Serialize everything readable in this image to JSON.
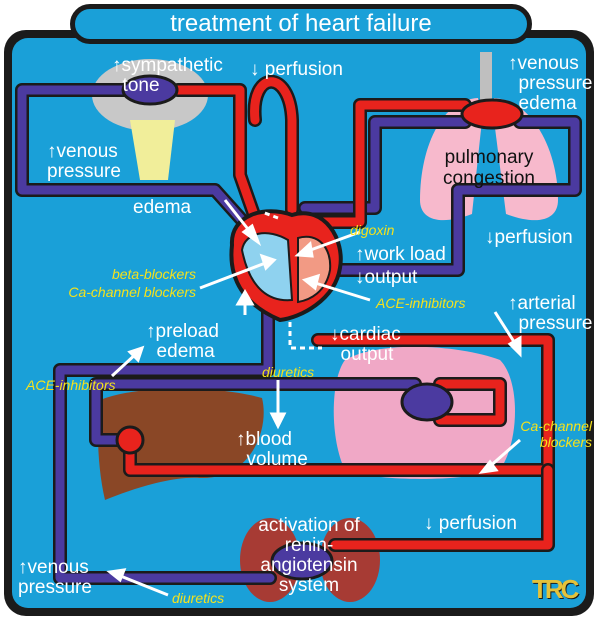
{
  "title": "treatment of heart failure",
  "labels": {
    "sympathetic_tone": "↑sympathetic\n  tone",
    "perfusion_brain": "↓ perfusion",
    "venous_pressure_lung": "↑venous\n  pressure\n  edema",
    "venous_pressure_upper": "↑venous\npressure",
    "edema": "edema",
    "pulmonary_congestion": "pulmonary\ncongestion",
    "work_load": "↑work load",
    "output": "↓output",
    "perfusion_lung": "↓perfusion",
    "arterial_pressure": "↑arterial\n  pressure",
    "preload_edema": "↑preload\n  edema",
    "cardiac_output": "↓cardiac\n  output",
    "blood_volume": "↑blood\n  volume",
    "perfusion_kidney": "↓ perfusion",
    "renin_angiotensin": "activation of\nrenin-\nangiotensin\nsystem",
    "venous_pressure_lower": "↑venous\npressure"
  },
  "drugs": {
    "digoxin": "digoxin",
    "beta_blockers": "beta-blockers",
    "ca_channel_blockers_heart": "Ca-channel blockers",
    "ace_inhibitors_heart": "ACE-inhibitors",
    "ace_inhibitors_left": "ACE-inhibitors",
    "diuretics_middle": "diuretics",
    "ca_channel_blockers_right": "Ca-channel\nblockers",
    "diuretics_bottom": "diuretics"
  },
  "logo": "TRC",
  "colors": {
    "background": "#1aa0d8",
    "frame": "#1b1b1b",
    "arterial": "#e8231d",
    "venous": "#4b3aa0",
    "drug_text": "#f5e21c",
    "label_text": "#ffffff"
  }
}
